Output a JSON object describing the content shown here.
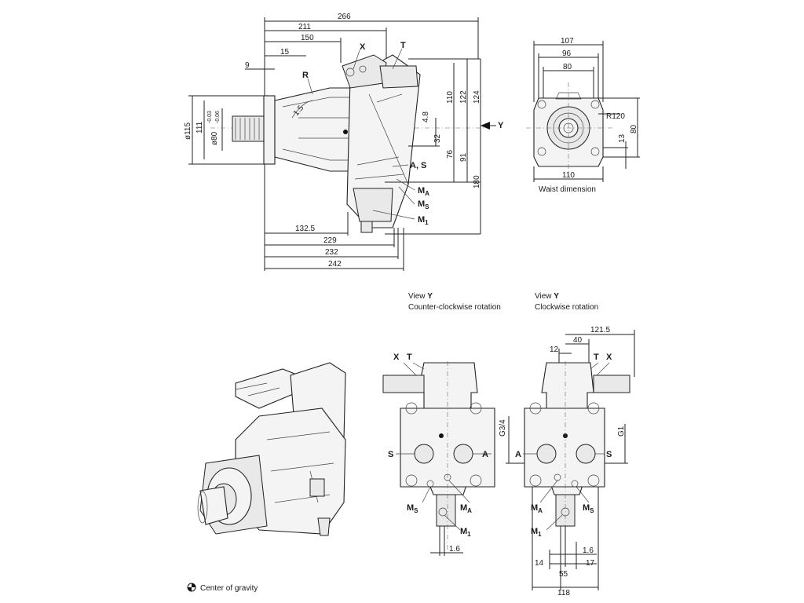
{
  "side_view": {
    "top_dims": [
      "266",
      "211",
      "150",
      "15",
      "9"
    ],
    "bottom_dims": [
      "132.5",
      "229",
      "232",
      "242"
    ],
    "right_dims": [
      "110",
      "122",
      "124",
      "4.8",
      "32",
      "76",
      "91",
      "180"
    ],
    "left_dims": [
      "ø115",
      "111",
      "ø80"
    ],
    "left_tol": [
      "-0.03",
      "-0.06"
    ],
    "angle_label": "1.5",
    "ports": {
      "X": "X",
      "T": "T",
      "R": "R",
      "AS": "A, S",
      "MA": "M",
      "MA_sub": "A",
      "MS": "M",
      "MS_sub": "S",
      "M1": "M",
      "M1_sub": "1"
    },
    "view_arrow": "Y"
  },
  "front_view": {
    "top_dims": [
      "107",
      "96",
      "80"
    ],
    "radius": "R120",
    "right_dims": [
      "80",
      "13"
    ],
    "bottom_dim": "110",
    "caption": "Waist dimension"
  },
  "view_ccw": {
    "title_prefix": "View ",
    "title_bold": "Y",
    "subtitle": "Counter-clockwise rotation",
    "labels": {
      "X": "X",
      "T": "T",
      "S": "S",
      "A": "A",
      "MS": "M",
      "MS_sub": "S",
      "MA": "M",
      "MA_sub": "A",
      "M1": "M",
      "M1_sub": "1"
    },
    "dim": "1.6"
  },
  "view_cw": {
    "title_prefix": "View ",
    "title_bold": "Y",
    "subtitle": "Clockwise rotation",
    "labels": {
      "X": "X",
      "T": "T",
      "S": "S",
      "A": "A",
      "MS": "M",
      "MS_sub": "S",
      "MA": "M",
      "MA_sub": "A",
      "M1": "M",
      "M1_sub": "1"
    },
    "top_dims": [
      "121.5",
      "40",
      "12"
    ],
    "side_dims": [
      "G3/4",
      "G1"
    ],
    "bottom_dims": [
      "1.6",
      "55",
      "14",
      "17",
      "118"
    ]
  },
  "legend": {
    "icon": "center-of-gravity-icon",
    "text": "Center of gravity"
  }
}
